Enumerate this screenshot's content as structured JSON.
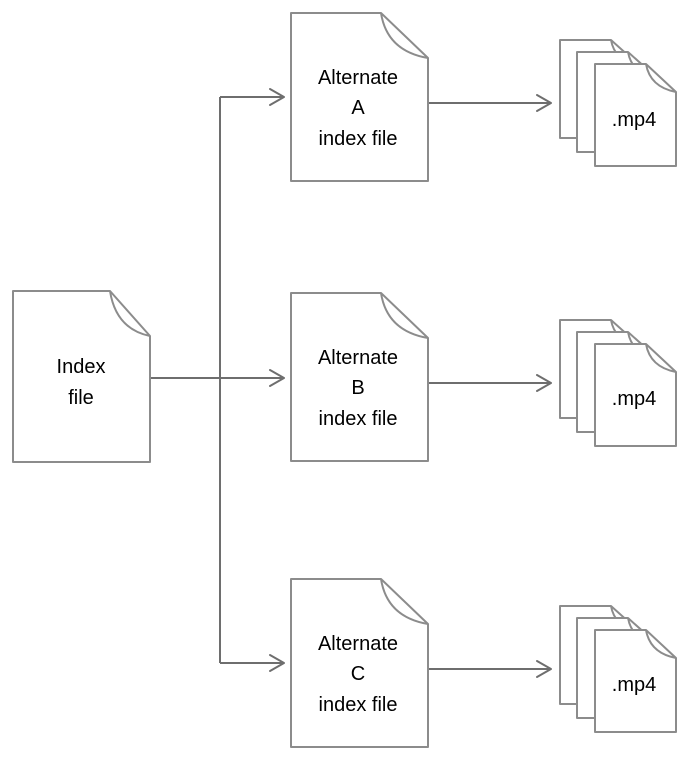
{
  "index_doc": {
    "lines": [
      "Index",
      "file"
    ]
  },
  "alternates": [
    {
      "lines": [
        "Alternate",
        "A",
        "index file"
      ],
      "media_label": ".mp4"
    },
    {
      "lines": [
        "Alternate",
        "B",
        "index file"
      ],
      "media_label": ".mp4"
    },
    {
      "lines": [
        "Alternate",
        "C",
        "index file"
      ],
      "media_label": ".mp4"
    }
  ],
  "colors": {
    "stroke": "#8c8c8c",
    "connector": "#6e6e6e",
    "text": "#000000",
    "background": "#ffffff"
  }
}
